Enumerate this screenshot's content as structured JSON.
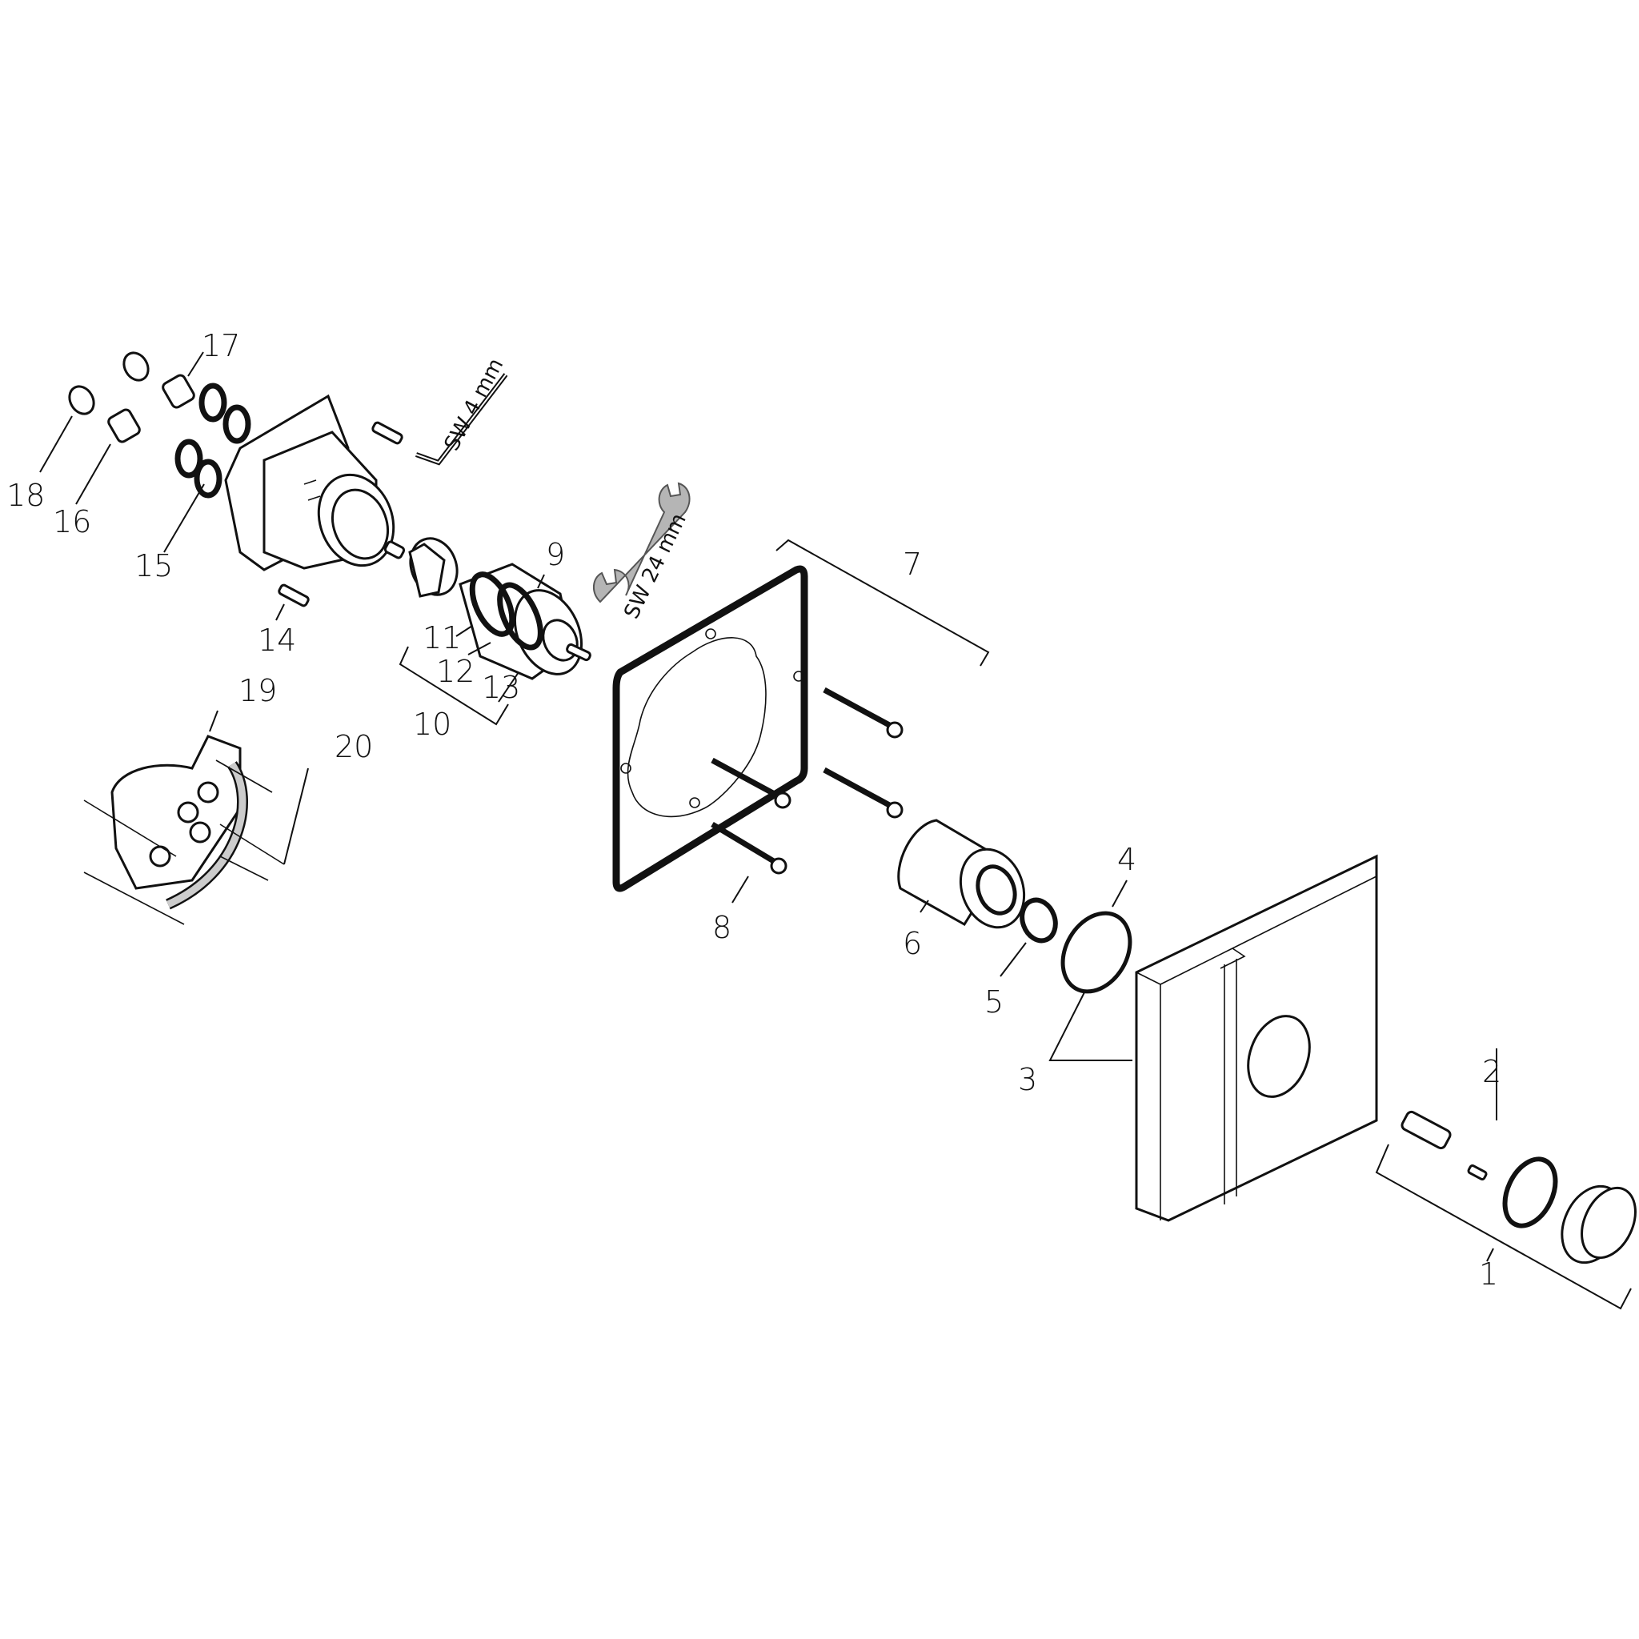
{
  "diagram": {
    "type": "exploded-parts-view",
    "subject": "concealed shower valve assembly with square trim plate and round handle",
    "colors": {
      "line": "#111111",
      "background": "#ffffff",
      "tool_fill": "#b5b5b5"
    },
    "tools": [
      {
        "id": "allen-key",
        "label": "SW 4 mm"
      },
      {
        "id": "open-wrench",
        "label": "SW 24 mm"
      }
    ],
    "callouts": [
      {
        "num": "1",
        "part": "handle set (bracket: extension, screw, ring, knob)"
      },
      {
        "num": "2",
        "part": "spindle extension and screw"
      },
      {
        "num": "3",
        "part": "square cover plate (bracket with seal ring)"
      },
      {
        "num": "4",
        "part": "seal ring"
      },
      {
        "num": "5",
        "part": "locking nut / clip"
      },
      {
        "num": "6",
        "part": "sleeve"
      },
      {
        "num": "7",
        "part": "mounting plate set (bracket)"
      },
      {
        "num": "8",
        "part": "long screws"
      },
      {
        "num": "9",
        "part": "cartridge"
      },
      {
        "num": "10",
        "part": "cartridge set (bracket 11-13)"
      },
      {
        "num": "11",
        "part": "o-ring"
      },
      {
        "num": "12",
        "part": "o-ring"
      },
      {
        "num": "13",
        "part": "o-ring"
      },
      {
        "num": "14",
        "part": "socket screw"
      },
      {
        "num": "15",
        "part": "o-rings"
      },
      {
        "num": "16",
        "part": "check valve"
      },
      {
        "num": "17",
        "part": "check valve"
      },
      {
        "num": "18",
        "part": "plug / end cap"
      },
      {
        "num": "19",
        "part": "plaster guard"
      },
      {
        "num": "20",
        "part": "screws"
      }
    ]
  }
}
